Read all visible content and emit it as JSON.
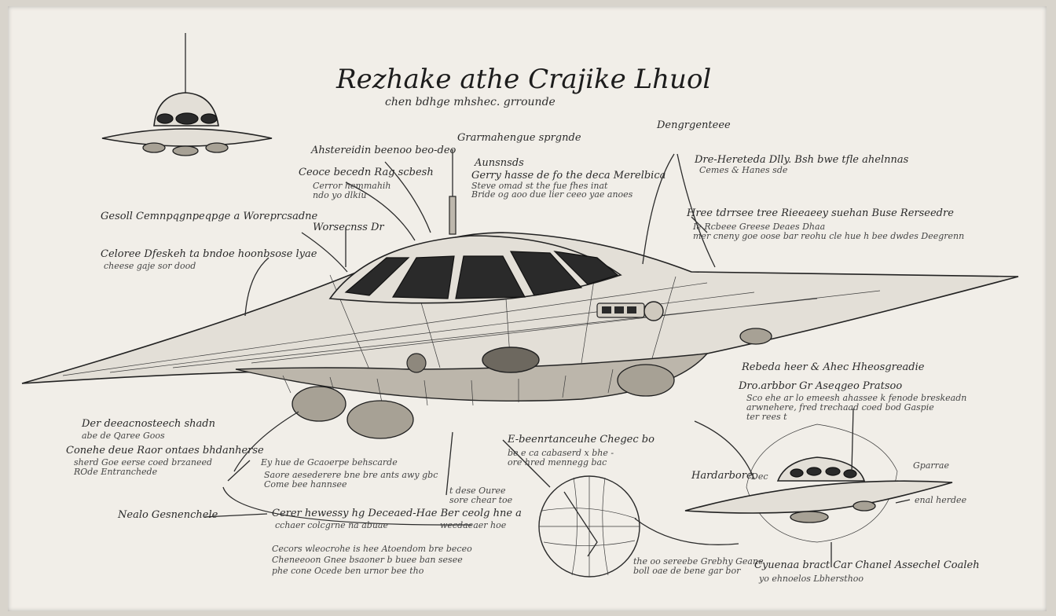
{
  "sheet": {
    "title": "Rezhake athe Crajike Lhuol",
    "subtitle": "chen bdhge mhshec. grrounde"
  },
  "annotations": [
    {
      "id": "top-center",
      "lines": [
        "Grarmahengue sprgnde",
        "Aunsnsds",
        "Gerry hasse de fo the deca Merelbica",
        "Steve omad st the fue fhes inat",
        "Bride og aoo due lier ceeo yae anoes"
      ]
    },
    {
      "id": "top-left-a",
      "lines": [
        "Ahstereidin beenoo beo-deo",
        "Ceoce becedn Rag scbesh",
        "Cerror hemmahih",
        "ndo yo dlkiu"
      ]
    },
    {
      "id": "left-wing",
      "lines": [
        "Gesoll Cemnpqgnpeqpge a Woreprcsadne",
        "Celoree Dfeskeh ta bndoe hoonbsose lyae",
        "cheese gaje sor dood"
      ]
    },
    {
      "id": "mid-left-small",
      "lines": [
        "Worsecnss Dr"
      ]
    },
    {
      "id": "top-right-a",
      "lines": [
        "Dengrgenteee"
      ]
    },
    {
      "id": "top-right-b",
      "lines": [
        "Dre-Hereteda Dlly. Bsh bwe tfle ahelnnas",
        "Cemes & Hanes sde"
      ]
    },
    {
      "id": "right-wing",
      "lines": [
        "Hree tdrrsee tree Rieeaeey suehan Buse Rerseedre",
        "Ie Rcbeee Greese Deaes Dhaa",
        "mer cneny goe oose bar reohu cle hue h bee dwdes Deegrenn"
      ]
    },
    {
      "id": "right-mid",
      "lines": [
        "Rebeda heer & Ahec Hheosgreadie",
        "Dro.arbbor Gr Aseqgeo Pratsoo",
        "Sco ehe ar lo emeesh ahassee k fenode breskeadn",
        "arwnehere, fred trechaad coed bod Gaspie",
        "ter rees t"
      ]
    },
    {
      "id": "bottom-left-a",
      "lines": [
        "Der deeacnosteech shadn",
        "abe de Qaree Goos"
      ]
    },
    {
      "id": "bottom-left-b",
      "lines": [
        "Conehe deue Raor ontaes bhdanherse",
        "sherd Goe eerse coed brzaneed",
        "ROde Entranchede"
      ]
    },
    {
      "id": "bottom-left-c",
      "lines": [
        "Nealo Gesnenchele"
      ]
    },
    {
      "id": "bottom-center-a",
      "lines": [
        "Ey hue de Gcaoerpe behscarde",
        "Saore aesederere bne bre ants awy gbc",
        "Come bee hannsee"
      ]
    },
    {
      "id": "bottom-center-b",
      "lines": [
        "Cerer hewessy hg Deceaed-Hae Ber ceolg hne a",
        "cchaer colcgrne na abuae",
        "wecdaeaer hoe"
      ]
    },
    {
      "id": "bottom-center-c",
      "lines": [
        "Cecors wleocrohe is hee Atoendom bre beceo",
        "Cheneeoon Gnee bsaoner b buee ban sesee",
        "phe cone Ocede ben urnor bee tho"
      ]
    },
    {
      "id": "bottom-mid",
      "lines": [
        "t dese Ouree",
        "sore chear toe"
      ]
    },
    {
      "id": "bottom-right-a",
      "lines": [
        "E-beenrtanceuhe Chegec bo",
        "be e ca cabaserd x bhe -",
        "ore hred mennegg bac"
      ]
    },
    {
      "id": "compass-note",
      "lines": [
        "the oo sereebe Grebhy Geane",
        "boll oae de bene gar bor"
      ]
    },
    {
      "id": "bottom-right-b",
      "lines": [
        "Hardarbore",
        "Dec"
      ]
    },
    {
      "id": "bottom-right-c",
      "lines": [
        "Gparrae",
        "enal herdee"
      ]
    },
    {
      "id": "bottom-right-d",
      "lines": [
        "Cyuenaa bract Car Chanel Assechel Coaleh",
        "yo ehnoelos Lbhersthoo"
      ]
    }
  ]
}
